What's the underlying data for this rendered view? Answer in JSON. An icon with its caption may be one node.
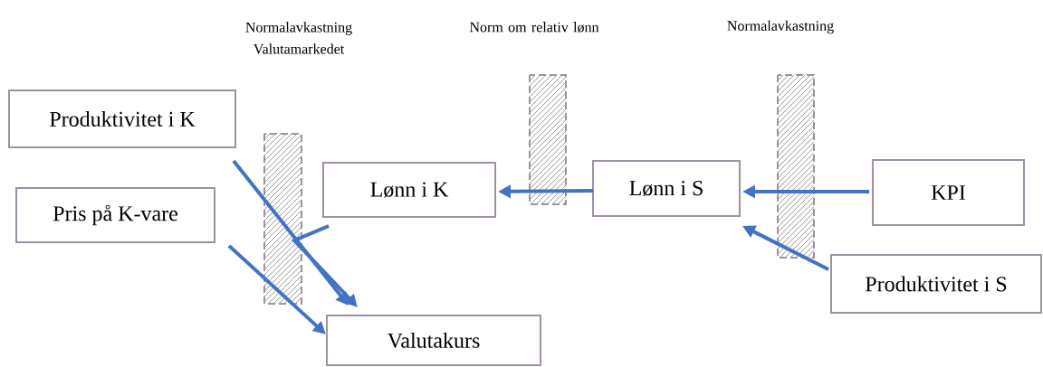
{
  "diagram": {
    "nodes": [
      {
        "text": [
          "Produktivitet i K"
        ]
      },
      {
        "text": [
          "Pris på K-vare"
        ]
      },
      {
        "text": [
          "Lønn i K"
        ]
      },
      {
        "text": [
          "Lønn i S"
        ]
      },
      {
        "text": [
          "KPI"
        ]
      },
      {
        "text": [
          "Produktivitet i S"
        ]
      },
      {
        "text": [
          "Valutakurs"
        ]
      }
    ],
    "edges": [
      {
        "from": 0,
        "to": 6,
        "arrow": "to"
      },
      {
        "from": 1,
        "to": 6,
        "arrow": "to"
      },
      {
        "from": 2,
        "to": 6,
        "arrow": "to"
      },
      {
        "from": 3,
        "to": 2,
        "arrow": "to"
      },
      {
        "from": 4,
        "to": 3,
        "arrow": "to"
      },
      {
        "from": 5,
        "to": 3,
        "arrow": "to"
      }
    ],
    "labels": [
      "Normalavkastning Valutamarkedet",
      "Norm om relativ lønn",
      "Normalavkastning"
    ]
  }
}
